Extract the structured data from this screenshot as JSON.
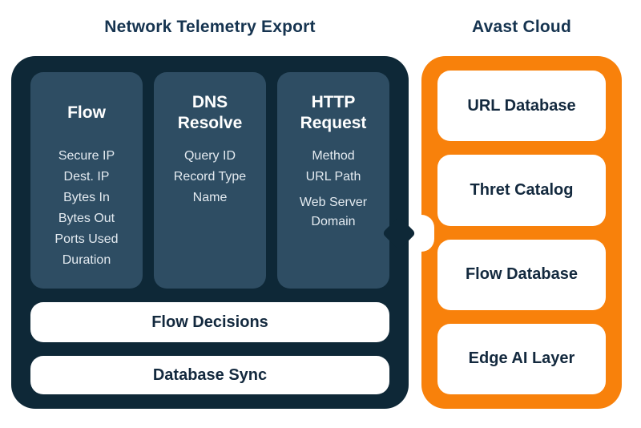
{
  "titles": {
    "left": "Network Telemetry Export",
    "right": "Avast Cloud"
  },
  "telemetry_panel": {
    "columns": [
      {
        "heading": "Flow",
        "items": [
          "Secure IP",
          "Dest. IP",
          "Bytes In",
          "Bytes Out",
          "Ports Used",
          "Duration"
        ]
      },
      {
        "heading": "DNS Resolve",
        "items": [
          "Query ID",
          "Record Type",
          "Name"
        ]
      },
      {
        "heading": "HTTP Request",
        "items": [
          "Method",
          "URL Path",
          "Web Server Domain"
        ]
      }
    ],
    "bars": [
      "Flow Decisions",
      "Database Sync"
    ]
  },
  "cloud_panel": {
    "boxes": [
      "URL Database",
      "Thret Catalog",
      "Flow Database",
      "Edge AI Layer"
    ]
  },
  "colors": {
    "panel_navy": "#0E2837",
    "column_slate": "#2E4D63",
    "accent_orange": "#F8810B",
    "title_text": "#163450",
    "box_text": "#13293E",
    "item_text": "#E3EAF0",
    "background": "#FFFFFF"
  }
}
